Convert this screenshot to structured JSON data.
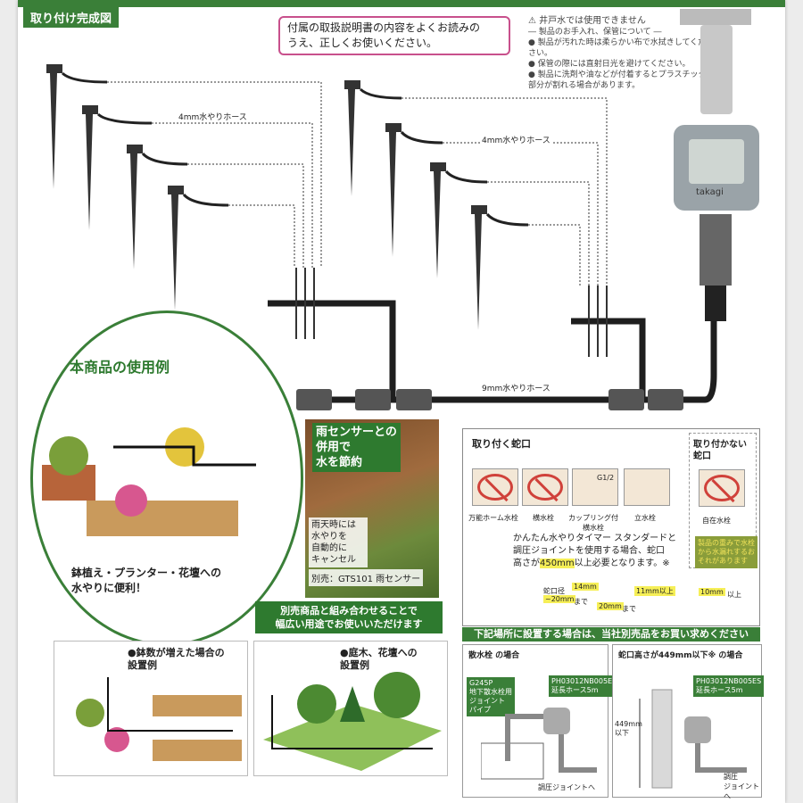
{
  "header": {
    "title": "取り付け完成図",
    "notice_line1": "付属の取扱説明書の内容をよくお読みの",
    "notice_line2": "うえ、正しくお使いください。"
  },
  "warnings": {
    "well": "⚠ 井戸水では使用できません",
    "care_title": "― 製品のお手入れ、保管について ―",
    "care_1": "● 製品が汚れた時は柔らかい布で水拭きしてください。",
    "care_2": "● 保管の際には直射日光を避けてください。",
    "care_3": "● 製品に洗剤や油などが付着するとプラスチック部分が割れる場合があります。"
  },
  "diagram": {
    "hose_4mm_left": "4mm水やりホース",
    "hose_4mm_right": "4mm水やりホース",
    "hose_9mm": "9mm水やりホース",
    "timer_brand": "takagi"
  },
  "usage": {
    "title": "本商品の使用例",
    "caption_line1": "鉢植え・プランター・花壇への",
    "caption_line2": "水やりに便利！"
  },
  "rain": {
    "title_1": "雨センサーとの",
    "title_2": "併用で",
    "title_3": "水を節約",
    "body_1": "雨天時には",
    "body_2": "水やりを",
    "body_3": "自動的に",
    "body_4": "キャンセル",
    "sold": "別売：GTS101 雨センサー"
  },
  "combo": {
    "line1": "別売商品と組み合わせることで",
    "line2": "幅広い用途でお使いいただけます"
  },
  "examples": {
    "ex1_line1": "●鉢数が増えた場合の",
    "ex1_line2": "設置例",
    "ex2_line1": "●庭木、花壇への",
    "ex2_line2": "設置例"
  },
  "faucets": {
    "fit_title": "取り付く蛇口",
    "items": [
      "万能ホーム水栓",
      "横水栓",
      "カップリング付横水栓",
      "立水栓"
    ],
    "g12": "G1/2",
    "notfit_title_1": "取り付かない",
    "notfit_title_2": "蛇口",
    "notfit_item": "自在水栓",
    "notfit_warn": "製品の重みで水栓から水漏れするおそれがあります",
    "req_1": "かんたん水やりタイマー スタンダードと",
    "req_2": "調圧ジョイントを使用する場合、蛇口",
    "req_3": "高さが",
    "req_hl": "450mm",
    "req_4": "以上必要となります。※",
    "dia_label": "蛇口径",
    "dia_1": "14mm",
    "dia_2": "~20mm",
    "dia_unit": "まで",
    "len_1": "11mm以上",
    "len_2": "20mm",
    "len_unit": "まで",
    "thick": "10mm",
    "thick_unit": "以上"
  },
  "separate": {
    "bar": "下記場所に設置する場合は、当社別売品をお買い求めください",
    "p1_title": "散水栓 の場合",
    "p1_tag_1": "G245P",
    "p1_tag_2": "地下散水栓用",
    "p1_tag_3": "ジョイント",
    "p1_tag_4": "パイプ",
    "p1_hose_1": "PH03012NB005ES",
    "p1_hose_2": "延長ホース5m",
    "p1_joint": "調圧ジョイントへ",
    "p2_title": "蛇口高さが449mm以下※ の場合",
    "p2_hose_1": "PH03012NB005ES",
    "p2_hose_2": "延長ホース5m",
    "p2_height_1": "449mm",
    "p2_height_2": "以下",
    "p2_joint_1": "調圧",
    "p2_joint_2": "ジョイントへ"
  }
}
